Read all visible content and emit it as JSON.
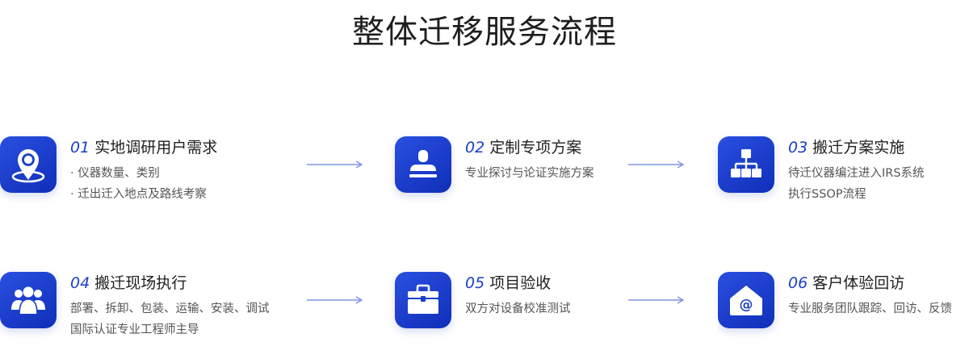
{
  "header": {
    "title": "整体迁移服务流程"
  },
  "steps": [
    {
      "num": "01",
      "title": "实地调研用户需求",
      "icon": "location-pin-icon",
      "lines": [
        "· 仪器数量、类别",
        "· 迁出迁入地点及路线考察"
      ]
    },
    {
      "num": "02",
      "title": "定制专项方案",
      "icon": "stamp-icon",
      "lines": [
        "专业探讨与论证实施方案"
      ]
    },
    {
      "num": "03",
      "title": "搬迁方案实施",
      "icon": "sitemap-icon",
      "lines": [
        "待迁仪器编注进入IRS系统",
        "执行SSOP流程"
      ]
    },
    {
      "num": "04",
      "title": "搬迁现场执行",
      "icon": "team-icon",
      "lines": [
        "部署、拆卸、包装、运输、安装、调试",
        "国际认证专业工程师主导"
      ]
    },
    {
      "num": "05",
      "title": "项目验收",
      "icon": "briefcase-icon",
      "lines": [
        "双方对设备校准测试"
      ]
    },
    {
      "num": "06",
      "title": "客户体验回访",
      "icon": "email-at-icon",
      "lines": [
        "专业服务团队跟踪、回访、反馈"
      ]
    }
  ],
  "colors": {
    "accent": "#1a3fc7",
    "icon_gradient_start": "#2a4fe0",
    "icon_gradient_end": "#0f2fb8",
    "arrow": "#7f95e2"
  }
}
